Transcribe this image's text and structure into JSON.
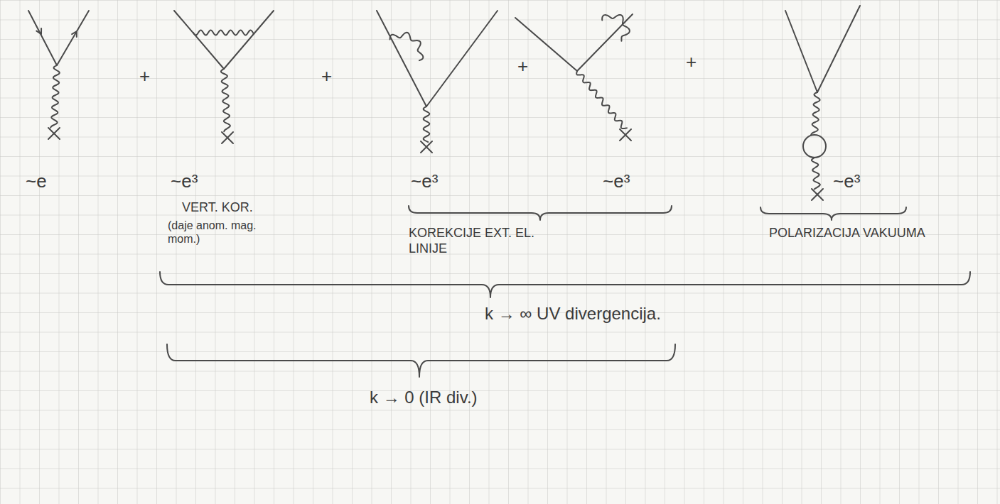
{
  "diagram": {
    "labels": [
      "~e",
      "+",
      "~e³",
      "+",
      "~e³",
      "+",
      "~e³",
      "+",
      "~e³",
      "VERT. KOR.",
      "(daje anom. mag. mom.)",
      "KOREKCIJE EXT. EL. LINIJE",
      "POLARIZACIJA VAKUUMA",
      "k → ∞ UV divergencija.",
      "k → 0 (IR div.)"
    ]
  }
}
